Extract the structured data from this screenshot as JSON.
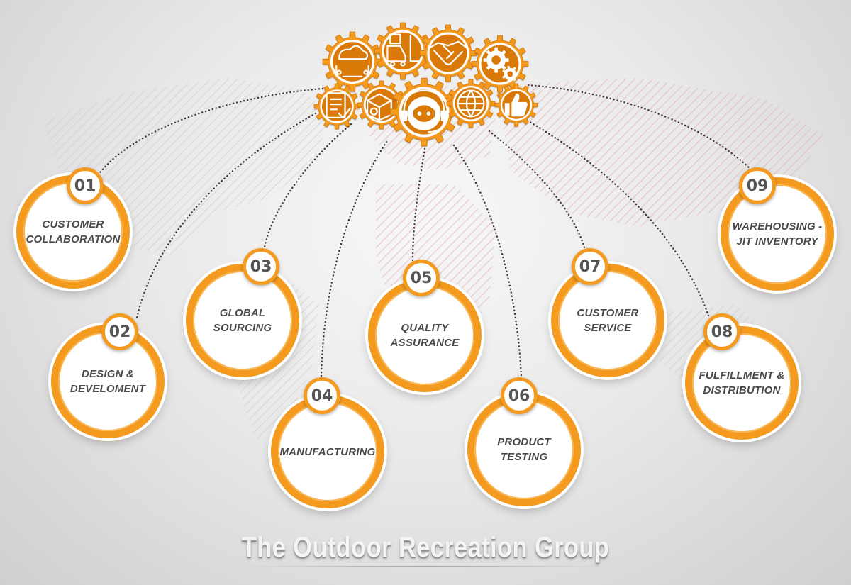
{
  "brand": {
    "title": "The Outdoor Recreation Group"
  },
  "colors": {
    "accent": "#f39a1f",
    "accent_dark": "#d97a08",
    "text": "#4a4a4a"
  },
  "hub": {
    "gears": [
      {
        "icon": "cloud-network-icon"
      },
      {
        "icon": "forklift-icon"
      },
      {
        "icon": "handshake-icon"
      },
      {
        "icon": "settings-gears-icon"
      },
      {
        "icon": "checklist-icon"
      },
      {
        "icon": "package-boxes-icon"
      },
      {
        "icon": "customer-support-icon"
      },
      {
        "icon": "globe-icon"
      },
      {
        "icon": "thumbs-up-icon"
      }
    ]
  },
  "steps": [
    {
      "number": "01",
      "label": "CUSTOMER\nCOLLABORATION"
    },
    {
      "number": "02",
      "label": "DESIGN &\nDEVELOMENT"
    },
    {
      "number": "03",
      "label": "GLOBAL\nSOURCING"
    },
    {
      "number": "04",
      "label": "MANUFACTURING"
    },
    {
      "number": "05",
      "label": "QUALITY\nASSURANCE"
    },
    {
      "number": "06",
      "label": "PRODUCT\nTESTING"
    },
    {
      "number": "07",
      "label": "CUSTOMER\nSERVICE"
    },
    {
      "number": "08",
      "label": "FULFILLMENT &\nDISTRIBUTION"
    },
    {
      "number": "09",
      "label": "WAREHOUSING -\nJIT INVENTORY"
    }
  ]
}
